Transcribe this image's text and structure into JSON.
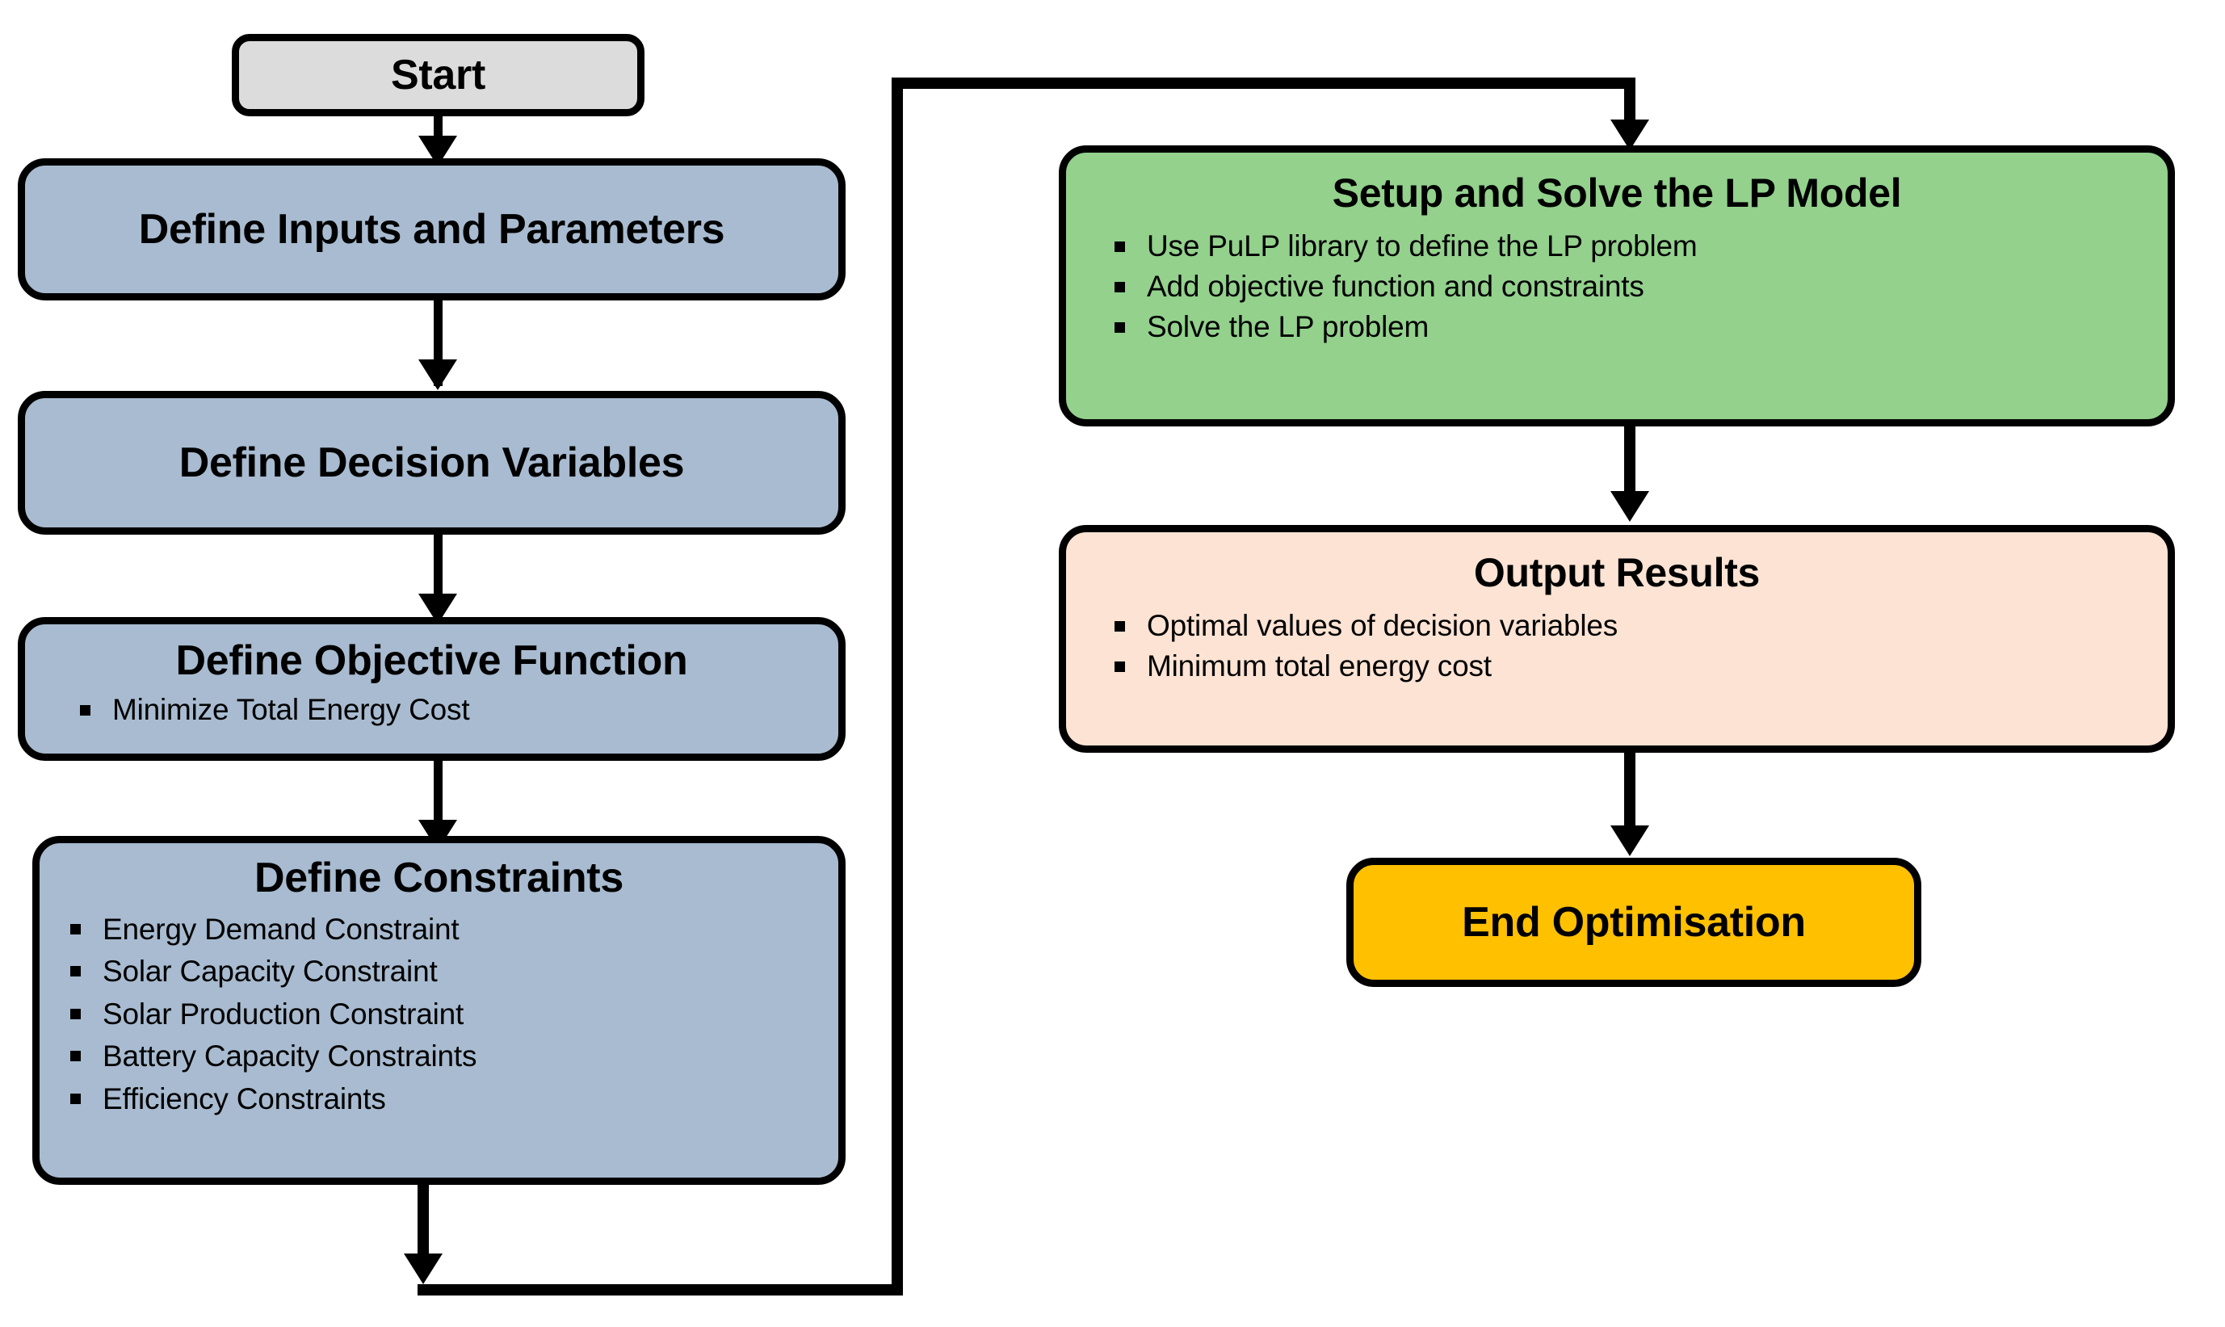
{
  "diagram": {
    "title_semantic": "linear-programming-optimisation-flowchart",
    "colors": {
      "start_fill": "#DCDCDC",
      "process_fill": "#A8BBD0",
      "solve_fill": "#93D18D",
      "output_fill": "#FCE3D4",
      "end_fill": "#FFC000",
      "stroke": "#000000",
      "text": "#000000"
    },
    "nodes": {
      "start": {
        "label": "Start"
      },
      "define_inputs": {
        "label": "Define Inputs and Parameters"
      },
      "define_decision_variables": {
        "label": "Define Decision Variables"
      },
      "define_objective_function": {
        "label": "Define Objective Function",
        "bullets": [
          "Minimize Total Energy Cost"
        ]
      },
      "define_constraints": {
        "label": "Define Constraints",
        "bullets": [
          "Energy Demand Constraint",
          "Solar Capacity Constraint",
          "Solar Production Constraint",
          "Battery Capacity Constraints",
          "Efficiency Constraints"
        ]
      },
      "setup_and_solve": {
        "label": "Setup and Solve the LP Model",
        "bullets": [
          "Use PuLP library to define the LP problem",
          "Add objective function and constraints",
          "Solve the LP problem"
        ]
      },
      "output_results": {
        "label": "Output Results",
        "bullets": [
          "Optimal values of decision variables",
          "Minimum total energy cost"
        ]
      },
      "end_optimisation": {
        "label": "End Optimisation"
      }
    },
    "edges": [
      {
        "from": "start",
        "to": "define_inputs",
        "kind": "arrow-down"
      },
      {
        "from": "define_inputs",
        "to": "define_decision_variables",
        "kind": "arrow-down"
      },
      {
        "from": "define_decision_variables",
        "to": "define_objective_function",
        "kind": "arrow-down"
      },
      {
        "from": "define_objective_function",
        "to": "define_constraints",
        "kind": "arrow-down"
      },
      {
        "from": "define_constraints",
        "to": "setup_and_solve",
        "kind": "elbow-down-right-up-right-down"
      },
      {
        "from": "setup_and_solve",
        "to": "output_results",
        "kind": "arrow-down"
      },
      {
        "from": "output_results",
        "to": "end_optimisation",
        "kind": "arrow-down"
      }
    ]
  }
}
